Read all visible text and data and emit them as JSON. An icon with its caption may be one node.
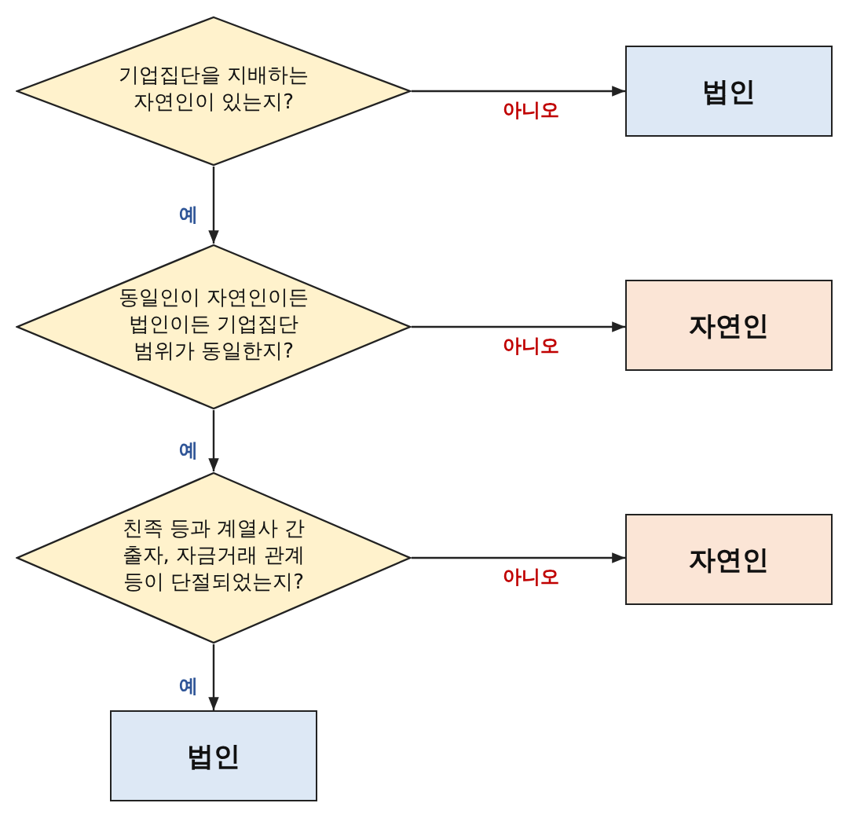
{
  "diagram": {
    "nodes": [
      {
        "text": [
          "기업집단을 지배하는 자연인이 있는지?"
        ]
      },
      {
        "text": [
          "법인"
        ]
      },
      {
        "text": [
          "동일인이 자연인이든 법인이든 기업집단 범위가 동일한지?"
        ]
      },
      {
        "text": [
          "자연인"
        ]
      },
      {
        "text": [
          "친족 등과 계열사 간 출자, 자금거래 관계 등이 단절되었는지?"
        ]
      },
      {
        "text": [
          "자연인"
        ]
      },
      {
        "text": [
          "법인"
        ]
      }
    ],
    "edges": [
      {
        "from": 0,
        "to": 1,
        "arrow": "to",
        "label": "아니오"
      },
      {
        "from": 0,
        "to": 2,
        "arrow": "to",
        "label": "예"
      },
      {
        "from": 2,
        "to": 3,
        "arrow": "to",
        "label": "아니오"
      },
      {
        "from": 2,
        "to": 4,
        "arrow": "to",
        "label": "예"
      },
      {
        "from": 4,
        "to": 5,
        "arrow": "to",
        "label": "아니오"
      },
      {
        "from": 4,
        "to": 6,
        "arrow": "to",
        "label": "예"
      }
    ]
  }
}
